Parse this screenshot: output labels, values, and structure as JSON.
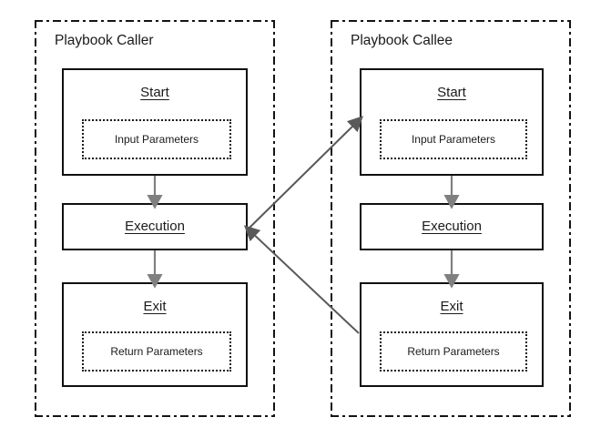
{
  "diagram": {
    "title_alt": "Playbook caller and callee flow",
    "lanes": [
      {
        "id": "caller",
        "label": "Playbook Caller",
        "nodes": [
          {
            "id": "caller-start",
            "title": "Start",
            "param": "Input Parameters"
          },
          {
            "id": "caller-execution",
            "title": "Execution",
            "param": ""
          },
          {
            "id": "caller-exit",
            "title": "Exit",
            "param": "Return Parameters"
          }
        ]
      },
      {
        "id": "callee",
        "label": "Playbook Callee",
        "nodes": [
          {
            "id": "callee-start",
            "title": "Start",
            "param": "Input Parameters"
          },
          {
            "id": "callee-execution",
            "title": "Execution",
            "param": ""
          },
          {
            "id": "callee-exit",
            "title": "Exit",
            "param": "Return Parameters"
          }
        ]
      }
    ],
    "edges": [
      {
        "id": "caller-start-to-execution",
        "kind": "flow-vertical"
      },
      {
        "id": "caller-execution-to-exit",
        "kind": "flow-vertical"
      },
      {
        "id": "callee-start-to-execution",
        "kind": "flow-vertical"
      },
      {
        "id": "callee-execution-to-exit",
        "kind": "flow-vertical"
      },
      {
        "id": "call-edge",
        "kind": "call",
        "from": "caller-execution",
        "to": "callee-start"
      },
      {
        "id": "return-edge",
        "kind": "return",
        "from": "callee-exit",
        "to": "caller-execution"
      }
    ],
    "colors": {
      "background": "#ffffff",
      "node_border": "#101010",
      "lane_border": "#141414",
      "text": "#1a1a1a",
      "flow_arrow": "#808080",
      "cross_arrow": "#595959"
    }
  }
}
